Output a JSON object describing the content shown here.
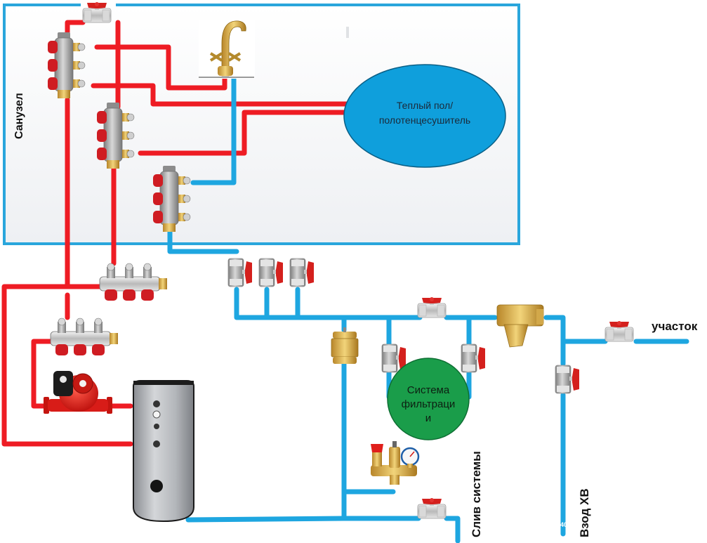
{
  "diagram": {
    "title": "Water supply and hot water circulation scheme",
    "colors": {
      "cold_pipe": "#1ea6e0",
      "hot_pipe": "#ee1c24",
      "room_border": "#2aa6dc",
      "room_fill": "#f3f5f7",
      "heated_floor_fill": "#0f9fdc",
      "filter_fill": "#1a9d4a",
      "text_dark": "#111111"
    },
    "room": {
      "label": "Санузел"
    },
    "consumers": {
      "heated_floor": "Теплый пол/ полотенцесушитель",
      "heated_floor_line1": "Теплый пол/",
      "heated_floor_line2": "полотенцесушитель",
      "faucet": "faucet"
    },
    "filter": {
      "label_line1": "Система",
      "label_line2": "фильтраци",
      "label_line3": "и"
    },
    "labels": {
      "plot": "участок",
      "drain": "Слив системы",
      "cold_inlet": "Взод ХВ",
      "watermark_number": "40"
    },
    "components": [
      {
        "type": "ball-valve",
        "name": "top-hot-valve"
      },
      {
        "type": "manifold",
        "name": "hot-manifold-1",
        "outlets": 3
      },
      {
        "type": "manifold",
        "name": "hot-manifold-2",
        "outlets": 3
      },
      {
        "type": "manifold",
        "name": "cold-manifold-bath",
        "outlets": 3
      },
      {
        "type": "manifold",
        "name": "hot-supply-manifold",
        "outlets": 3
      },
      {
        "type": "manifold",
        "name": "return-manifold",
        "outlets": 3
      },
      {
        "type": "circulation-pump",
        "name": "pump"
      },
      {
        "type": "boiler",
        "name": "indirect-boiler"
      },
      {
        "type": "ball-valve",
        "name": "cold-valve-1"
      },
      {
        "type": "ball-valve",
        "name": "cold-valve-2"
      },
      {
        "type": "ball-valve",
        "name": "cold-valve-3"
      },
      {
        "type": "check-valve",
        "name": "check-valve"
      },
      {
        "type": "ball-valve",
        "name": "bypass-valve"
      },
      {
        "type": "ball-valve",
        "name": "filter-in-valve"
      },
      {
        "type": "ball-valve",
        "name": "filter-out-valve"
      },
      {
        "type": "y-strainer",
        "name": "strainer"
      },
      {
        "type": "ball-valve",
        "name": "plot-valve"
      },
      {
        "type": "ball-valve",
        "name": "inlet-valve"
      },
      {
        "type": "safety-group",
        "name": "safety-group"
      },
      {
        "type": "ball-valve",
        "name": "drain-valve"
      }
    ]
  }
}
